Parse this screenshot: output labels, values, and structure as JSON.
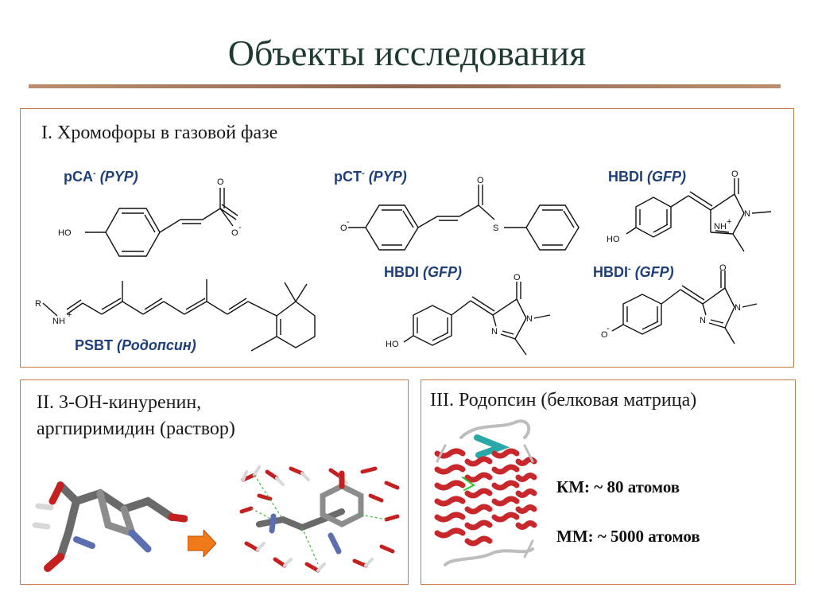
{
  "page": {
    "title": "Объекты исследования"
  },
  "section1": {
    "title": "I. Хромофоры в газовой фазе",
    "pca": {
      "name": "pCA",
      "charge": "-",
      "protein": "(PYP)"
    },
    "pct": {
      "name": "pCT",
      "charge": "-",
      "protein": "(PYP)"
    },
    "hbdi_cation": {
      "name": "HBDI",
      "charge": "",
      "protein": "(GFP)"
    },
    "hbdi_neutral": {
      "name": "HBDI",
      "charge": "",
      "protein": "(GFP)"
    },
    "hbdi_anion": {
      "name": "HBDI",
      "charge": "-",
      "protein": "(GFP)"
    },
    "psbt": {
      "name": "PSBT",
      "protein": "(Родопсин)"
    },
    "atoms": {
      "ho": "HO",
      "o": "O",
      "o_minus": "O",
      "minus": "-",
      "s": "S",
      "n": "N",
      "nh_plus": "NH",
      "plus": "+",
      "r": "R"
    }
  },
  "section2": {
    "title_line1": "II. 3-ОН-кинуренин,",
    "title_line2": "аргпиримидин (раствор)"
  },
  "section3": {
    "title": "III. Родопсин (белковая матрица)",
    "qm": "КМ: ~ 80 атомов",
    "mm": "ММ: ~ 5000 атомов"
  },
  "colors": {
    "title": "#1f3a34",
    "border": "#c97a4a",
    "label": "#1f3f7a",
    "helix": "#c8282c",
    "arrow": "#f07a1a"
  }
}
